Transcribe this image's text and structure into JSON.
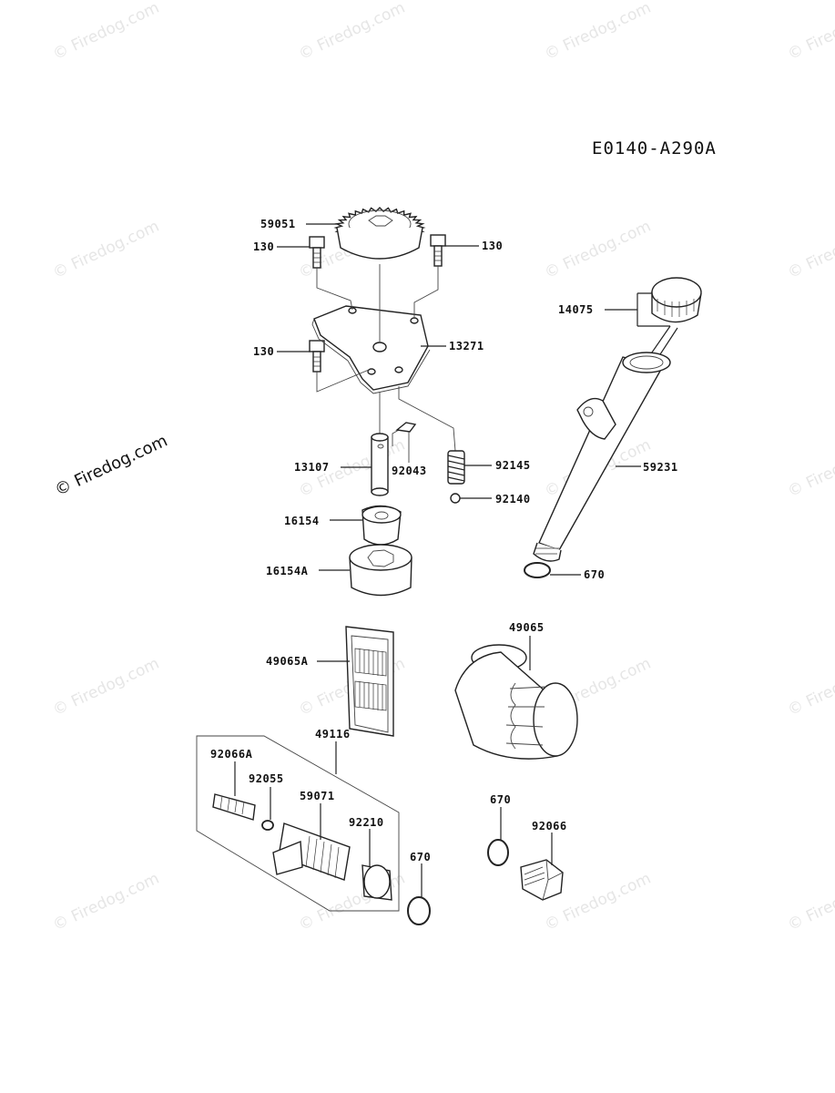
{
  "drawing_code": "E0140-A290A",
  "watermark_text": "© Firedog.com",
  "callouts": {
    "c59051": "59051",
    "c130a": "130",
    "c130b": "130",
    "c130c": "130",
    "c13271": "13271",
    "c14075": "14075",
    "c13107": "13107",
    "c92043": "92043",
    "c92145": "92145",
    "c92140": "92140",
    "c59231": "59231",
    "c16154": "16154",
    "c16154A": "16154A",
    "c670a": "670",
    "c49065A": "49065A",
    "c49065": "49065",
    "c49116": "49116",
    "c92066A": "92066A",
    "c92055": "92055",
    "c59071": "59071",
    "c92210": "92210",
    "c670b": "670",
    "c670c": "670",
    "c92066": "92066"
  }
}
